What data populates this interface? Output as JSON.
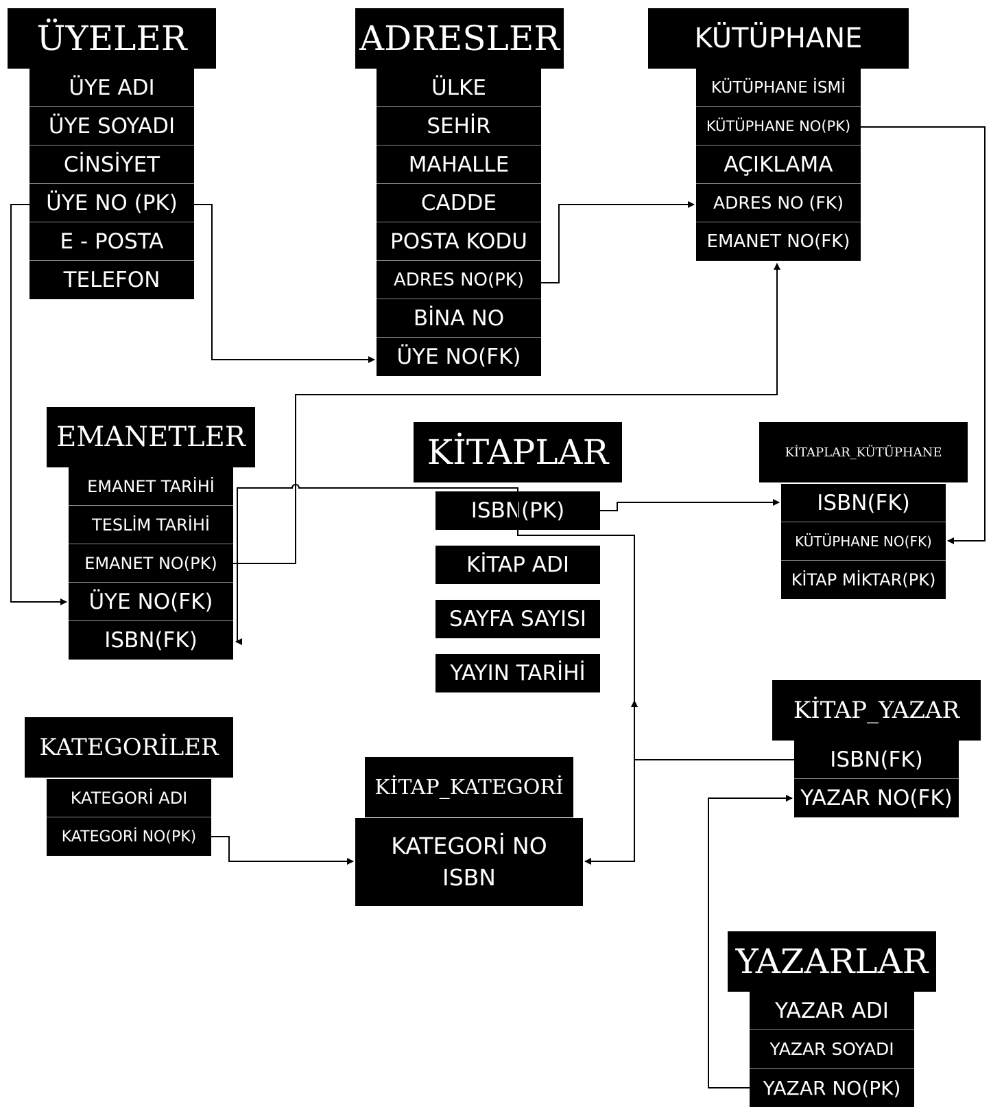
{
  "entities": {
    "uyeler": {
      "title": "ÜYELER",
      "fields": [
        "ÜYE ADI",
        "ÜYE SOYADI",
        "CİNSİYET",
        "ÜYE NO (PK)",
        "E - POSTA",
        "TELEFON"
      ]
    },
    "adresler": {
      "title": "ADRESLER",
      "fields": [
        "ÜLKE",
        "SEHİR",
        "MAHALLE",
        "CADDE",
        "POSTA KODU",
        "ADRES NO(PK)",
        "BİNA NO",
        "ÜYE NO(FK)"
      ]
    },
    "kutuphane": {
      "title": "KÜTÜPHANE",
      "fields": [
        "KÜTÜPHANE İSMİ",
        "KÜTÜPHANE NO(PK)",
        "AÇIKLAMA",
        "ADRES NO (FK)",
        "EMANET NO(FK)"
      ]
    },
    "emanetler": {
      "title": "EMANETLER",
      "fields": [
        "EMANET TARİHİ",
        "TESLİM TARİHİ",
        "EMANET NO(PK)",
        "ÜYE NO(FK)",
        "ISBN(FK)"
      ]
    },
    "kitaplar": {
      "title": "KİTAPLAR",
      "fields": [
        "ISBN(PK)",
        "KİTAP ADI",
        "SAYFA SAYISI",
        "YAYIN TARİHİ"
      ]
    },
    "kitaplar_kutuphane": {
      "title": "KİTAPLAR_KÜTÜPHANE",
      "fields": [
        "ISBN(FK)",
        "KÜTÜPHANE NO(FK)",
        "KİTAP MİKTAR(PK)"
      ]
    },
    "kitap_yazar": {
      "title": "KİTAP_YAZAR",
      "fields": [
        "ISBN(FK)",
        "YAZAR NO(FK)"
      ]
    },
    "kategoriler": {
      "title": "KATEGORİLER",
      "fields": [
        "KATEGORİ ADI",
        "KATEGORİ NO(PK)"
      ]
    },
    "kitap_kategori": {
      "title": "KİTAP_KATEGORİ",
      "fields": [
        "KATEGORİ NO",
        "ISBN"
      ]
    },
    "yazarlar": {
      "title": "YAZARLAR",
      "fields": [
        "YAZAR ADI",
        "YAZAR SOYADI",
        "YAZAR NO(PK)"
      ]
    }
  },
  "colors": {
    "box": "#000000",
    "text": "#ffffff",
    "line": "#000000"
  }
}
